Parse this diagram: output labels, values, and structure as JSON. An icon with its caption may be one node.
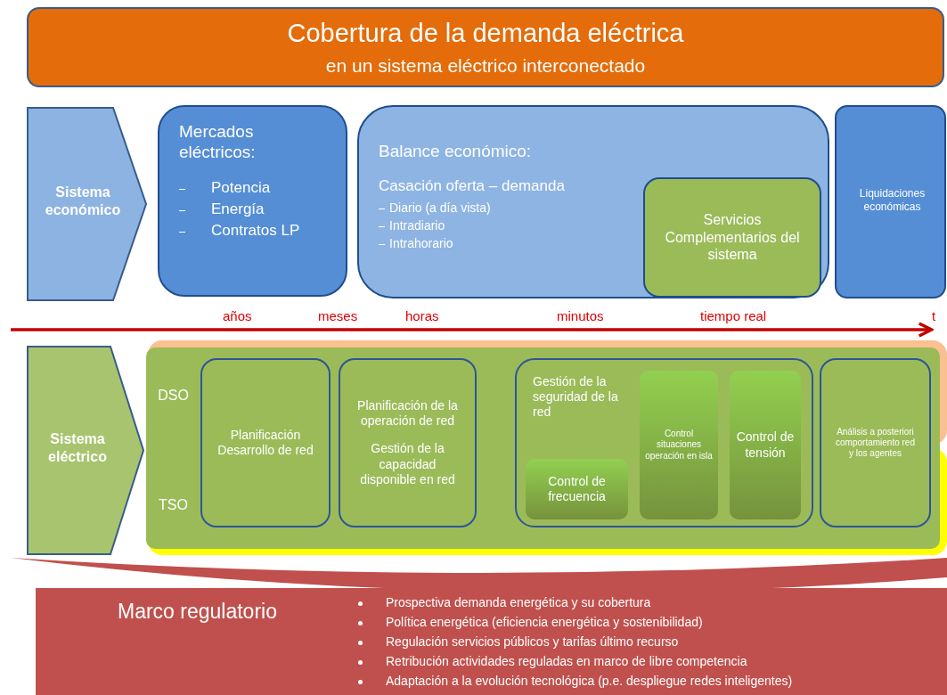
{
  "diagram": {
    "nodes": [
      {
        "text": [
          "Cobertura de la demanda eléctrica",
          "en un sistema eléctrico interconectado"
        ]
      },
      {
        "text": [
          "Sistema económico"
        ]
      },
      {
        "text": [
          "Mercados eléctricos:",
          "Potencia",
          "Energía",
          "Contratos LP"
        ]
      },
      {
        "text": [
          "Balance económico:",
          "Casación oferta – demanda",
          "Diario (a día vista)",
          "Intradiario",
          "Intrahorario"
        ]
      },
      {
        "text": [
          "Servicios Complementarios del sistema"
        ],
        "in": 3
      },
      {
        "text": [
          "Liquidaciones económicas"
        ]
      },
      {
        "text": [
          "Sistema eléctrico"
        ]
      },
      {
        "text": [
          "DSO",
          "TSO"
        ]
      },
      {
        "text": [
          "Planificación Desarrollo de red"
        ],
        "in": 7
      },
      {
        "text": [
          "Planificación de la operación de red",
          "Gestión de la capacidad disponible en red"
        ],
        "in": 7
      },
      {
        "text": [
          "Gestión de la seguridad de la red"
        ],
        "in": 7
      },
      {
        "text": [
          "Control de frecuencia"
        ],
        "in": 10
      },
      {
        "text": [
          "Control situaciones operación en isla"
        ],
        "in": 10
      },
      {
        "text": [
          "Control de tensión"
        ],
        "in": 10
      },
      {
        "text": [
          "Análisis a posteriori comportamiento red y los agentes"
        ],
        "in": 7
      },
      {
        "text": [
          "Marco regulatorio",
          "Prospectiva  demanda energética y su cobertura",
          "Política energética (eficiencia energética y sostenibilidad)",
          "Regulación servicios públicos y tarifas último recurso",
          "Retribución actividades reguladas en marco de libre competencia",
          "Adaptación a la evolución tecnológica (p.e. despliegue redes inteligentes)"
        ]
      }
    ],
    "labels": [
      "años",
      "meses",
      "horas",
      "minutos",
      "tiempo real",
      "t"
    ]
  }
}
